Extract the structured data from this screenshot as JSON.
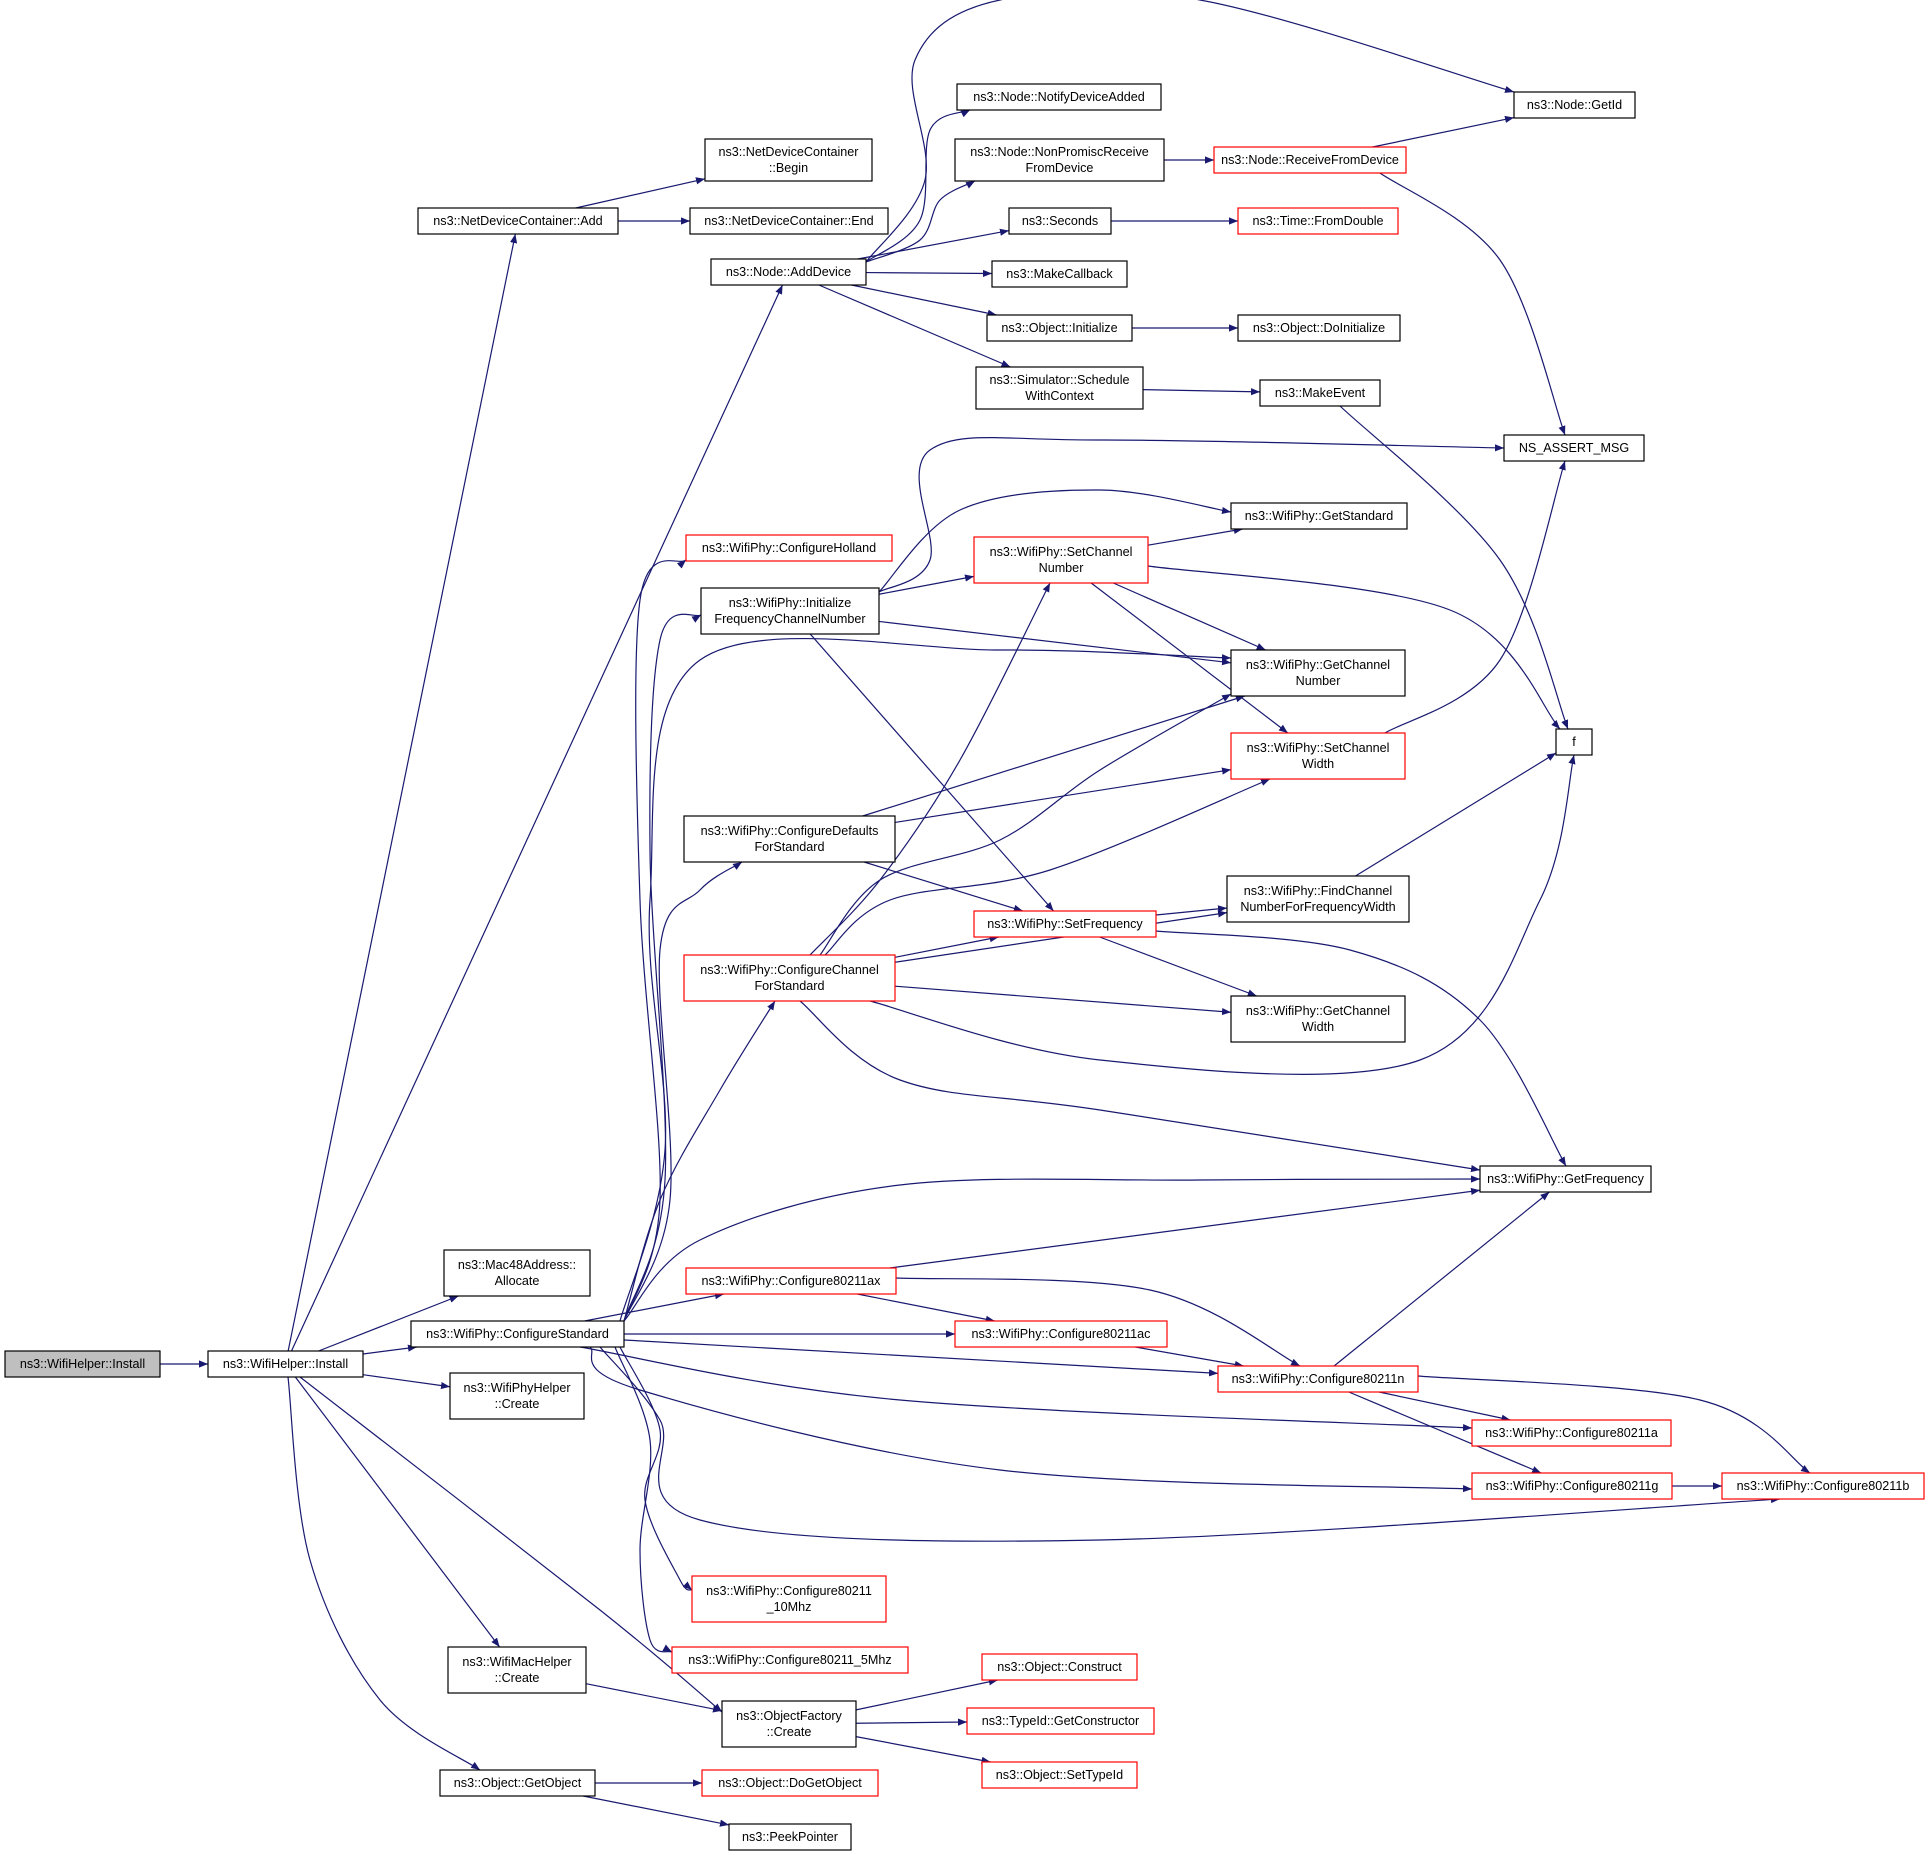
{
  "colors": {
    "edge": "#191970",
    "node_border_default": "#000000",
    "node_border_truncated": "#ff0000",
    "node_fill_root": "#bfbfbf",
    "node_fill": "#ffffff"
  },
  "nodes": {
    "wifihelper_install_root": {
      "lines": [
        "ns3::WifiHelper::Install"
      ],
      "kind": "root"
    },
    "wifihelper_install": {
      "lines": [
        "ns3::WifiHelper::Install"
      ],
      "kind": "normal"
    },
    "netdevicecontainer_add": {
      "lines": [
        "ns3::NetDeviceContainer::Add"
      ],
      "kind": "normal"
    },
    "netdevicecontainer_begin": {
      "lines": [
        "ns3::NetDeviceContainer",
        "::Begin"
      ],
      "kind": "normal"
    },
    "netdevicecontainer_end": {
      "lines": [
        "ns3::NetDeviceContainer::End"
      ],
      "kind": "normal"
    },
    "node_adddevice": {
      "lines": [
        "ns3::Node::AddDevice"
      ],
      "kind": "normal"
    },
    "node_notifydeviceadded": {
      "lines": [
        "ns3::Node::NotifyDeviceAdded"
      ],
      "kind": "normal"
    },
    "node_nonpromiscreceive": {
      "lines": [
        "ns3::Node::NonPromiscReceive",
        "FromDevice"
      ],
      "kind": "normal"
    },
    "node_receivefromdevice": {
      "lines": [
        "ns3::Node::ReceiveFromDevice"
      ],
      "kind": "truncated"
    },
    "node_getid": {
      "lines": [
        "ns3::Node::GetId"
      ],
      "kind": "normal"
    },
    "seconds": {
      "lines": [
        "ns3::Seconds"
      ],
      "kind": "normal"
    },
    "time_fromdouble": {
      "lines": [
        "ns3::Time::FromDouble"
      ],
      "kind": "truncated"
    },
    "makecallback": {
      "lines": [
        "ns3::MakeCallback"
      ],
      "kind": "normal"
    },
    "object_initialize": {
      "lines": [
        "ns3::Object::Initialize"
      ],
      "kind": "normal"
    },
    "object_doinitialize": {
      "lines": [
        "ns3::Object::DoInitialize"
      ],
      "kind": "normal"
    },
    "simulator_schedulewithcontext": {
      "lines": [
        "ns3::Simulator::Schedule",
        "WithContext"
      ],
      "kind": "normal"
    },
    "makeevent": {
      "lines": [
        "ns3::MakeEvent"
      ],
      "kind": "normal"
    },
    "ns_assert_msg": {
      "lines": [
        "NS_ASSERT_MSG"
      ],
      "kind": "normal"
    },
    "wifiphy_configureholland": {
      "lines": [
        "ns3::WifiPhy::ConfigureHolland"
      ],
      "kind": "truncated"
    },
    "wifiphy_initializefreq": {
      "lines": [
        "ns3::WifiPhy::Initialize",
        "FrequencyChannelNumber"
      ],
      "kind": "normal"
    },
    "wifiphy_getstandard": {
      "lines": [
        "ns3::WifiPhy::GetStandard"
      ],
      "kind": "normal"
    },
    "wifiphy_setchannelnumber": {
      "lines": [
        "ns3::WifiPhy::SetChannel",
        "Number"
      ],
      "kind": "truncated"
    },
    "wifiphy_getchannelnumber": {
      "lines": [
        "ns3::WifiPhy::GetChannel",
        "Number"
      ],
      "kind": "normal"
    },
    "f": {
      "lines": [
        "f"
      ],
      "kind": "normal"
    },
    "wifiphy_setchannelwidth": {
      "lines": [
        "ns3::WifiPhy::SetChannel",
        "Width"
      ],
      "kind": "truncated"
    },
    "wifiphy_configuredefaults": {
      "lines": [
        "ns3::WifiPhy::ConfigureDefaults",
        "ForStandard"
      ],
      "kind": "normal"
    },
    "wifiphy_findchannelnumber": {
      "lines": [
        "ns3::WifiPhy::FindChannel",
        "NumberForFrequencyWidth"
      ],
      "kind": "normal"
    },
    "wifiphy_setfrequency": {
      "lines": [
        "ns3::WifiPhy::SetFrequency"
      ],
      "kind": "truncated"
    },
    "wifiphy_configurechannel": {
      "lines": [
        "ns3::WifiPhy::ConfigureChannel",
        "ForStandard"
      ],
      "kind": "truncated"
    },
    "wifiphy_getchannelwidth": {
      "lines": [
        "ns3::WifiPhy::GetChannel",
        "Width"
      ],
      "kind": "normal"
    },
    "wifiphy_getfrequency": {
      "lines": [
        "ns3::WifiPhy::GetFrequency"
      ],
      "kind": "normal"
    },
    "mac48address_allocate": {
      "lines": [
        "ns3::Mac48Address::",
        "Allocate"
      ],
      "kind": "normal"
    },
    "wifiphy_configurestandard": {
      "lines": [
        "ns3::WifiPhy::ConfigureStandard"
      ],
      "kind": "normal"
    },
    "wifiphy_configure80211ax": {
      "lines": [
        "ns3::WifiPhy::Configure80211ax"
      ],
      "kind": "truncated"
    },
    "wifiphy_configure80211ac": {
      "lines": [
        "ns3::WifiPhy::Configure80211ac"
      ],
      "kind": "truncated"
    },
    "wifiphy_configure80211n": {
      "lines": [
        "ns3::WifiPhy::Configure80211n"
      ],
      "kind": "truncated"
    },
    "wifiphy_configure80211a": {
      "lines": [
        "ns3::WifiPhy::Configure80211a"
      ],
      "kind": "truncated"
    },
    "wifiphy_configure80211g": {
      "lines": [
        "ns3::WifiPhy::Configure80211g"
      ],
      "kind": "truncated"
    },
    "wifiphy_configure80211b": {
      "lines": [
        "ns3::WifiPhy::Configure80211b"
      ],
      "kind": "truncated"
    },
    "wifiphyhelper_create": {
      "lines": [
        "ns3::WifiPhyHelper",
        "::Create"
      ],
      "kind": "normal"
    },
    "wifiphy_configure80211_10mhz": {
      "lines": [
        "ns3::WifiPhy::Configure80211",
        "_10Mhz"
      ],
      "kind": "truncated"
    },
    "wifiphy_configure80211_5mhz": {
      "lines": [
        "ns3::WifiPhy::Configure80211_5Mhz"
      ],
      "kind": "truncated"
    },
    "wifimachelper_create": {
      "lines": [
        "ns3::WifiMacHelper",
        "::Create"
      ],
      "kind": "normal"
    },
    "objectfactory_create": {
      "lines": [
        "ns3::ObjectFactory",
        "::Create"
      ],
      "kind": "normal"
    },
    "object_construct": {
      "lines": [
        "ns3::Object::Construct"
      ],
      "kind": "truncated"
    },
    "typeid_getconstructor": {
      "lines": [
        "ns3::TypeId::GetConstructor"
      ],
      "kind": "truncated"
    },
    "object_settypeid": {
      "lines": [
        "ns3::Object::SetTypeId"
      ],
      "kind": "truncated"
    },
    "object_getobject": {
      "lines": [
        "ns3::Object::GetObject"
      ],
      "kind": "normal"
    },
    "object_dogetobject": {
      "lines": [
        "ns3::Object::DoGetObject"
      ],
      "kind": "truncated"
    },
    "peekpointer": {
      "lines": [
        "ns3::PeekPointer"
      ],
      "kind": "normal"
    }
  },
  "edges": [
    [
      "wifihelper_install_root",
      "wifihelper_install"
    ],
    [
      "wifihelper_install",
      "netdevicecontainer_add"
    ],
    [
      "wifihelper_install",
      "node_adddevice"
    ],
    [
      "wifihelper_install",
      "mac48address_allocate"
    ],
    [
      "wifihelper_install",
      "wifiphy_configurestandard"
    ],
    [
      "wifihelper_install",
      "wifiphyhelper_create"
    ],
    [
      "wifihelper_install",
      "wifimachelper_create"
    ],
    [
      "wifihelper_install",
      "objectfactory_create"
    ],
    [
      "wifihelper_install",
      "object_getobject"
    ],
    [
      "netdevicecontainer_add",
      "netdevicecontainer_begin"
    ],
    [
      "netdevicecontainer_add",
      "netdevicecontainer_end"
    ],
    [
      "node_adddevice",
      "node_notifydeviceadded"
    ],
    [
      "node_adddevice",
      "node_nonpromiscreceive"
    ],
    [
      "node_adddevice",
      "node_getid"
    ],
    [
      "node_adddevice",
      "seconds"
    ],
    [
      "node_adddevice",
      "makecallback"
    ],
    [
      "node_adddevice",
      "object_initialize"
    ],
    [
      "node_adddevice",
      "simulator_schedulewithcontext"
    ],
    [
      "node_nonpromiscreceive",
      "node_receivefromdevice"
    ],
    [
      "node_receivefromdevice",
      "node_getid"
    ],
    [
      "node_receivefromdevice",
      "ns_assert_msg"
    ],
    [
      "seconds",
      "time_fromdouble"
    ],
    [
      "object_initialize",
      "object_doinitialize"
    ],
    [
      "simulator_schedulewithcontext",
      "makeevent"
    ],
    [
      "makeevent",
      "f"
    ],
    [
      "wifiphy_configurestandard",
      "wifiphy_configureholland"
    ],
    [
      "wifiphy_configurestandard",
      "wifiphy_initializefreq"
    ],
    [
      "wifiphy_configurestandard",
      "wifiphy_getchannelnumber"
    ],
    [
      "wifiphy_configurestandard",
      "wifiphy_configuredefaults"
    ],
    [
      "wifiphy_configurestandard",
      "wifiphy_configurechannel"
    ],
    [
      "wifiphy_configurestandard",
      "wifiphy_getfrequency"
    ],
    [
      "wifiphy_configurestandard",
      "wifiphy_configure80211ax"
    ],
    [
      "wifiphy_configurestandard",
      "wifiphy_configure80211ac"
    ],
    [
      "wifiphy_configurestandard",
      "wifiphy_configure80211n"
    ],
    [
      "wifiphy_configurestandard",
      "wifiphy_configure80211a"
    ],
    [
      "wifiphy_configurestandard",
      "wifiphy_configure80211g"
    ],
    [
      "wifiphy_configurestandard",
      "wifiphy_configure80211b"
    ],
    [
      "wifiphy_configurestandard",
      "wifiphy_configure80211_10mhz"
    ],
    [
      "wifiphy_configurestandard",
      "wifiphy_configure80211_5mhz"
    ],
    [
      "wifiphy_initializefreq",
      "ns_assert_msg"
    ],
    [
      "wifiphy_initializefreq",
      "wifiphy_getstandard"
    ],
    [
      "wifiphy_initializefreq",
      "wifiphy_setchannelnumber"
    ],
    [
      "wifiphy_initializefreq",
      "wifiphy_getchannelnumber"
    ],
    [
      "wifiphy_initializefreq",
      "wifiphy_setfrequency"
    ],
    [
      "wifiphy_setchannelnumber",
      "wifiphy_getstandard"
    ],
    [
      "wifiphy_setchannelnumber",
      "wifiphy_getchannelnumber"
    ],
    [
      "wifiphy_setchannelnumber",
      "f"
    ],
    [
      "wifiphy_setchannelnumber",
      "wifiphy_setchannelwidth"
    ],
    [
      "wifiphy_setchannelwidth",
      "ns_assert_msg"
    ],
    [
      "wifiphy_configuredefaults",
      "wifiphy_getchannelnumber"
    ],
    [
      "wifiphy_configuredefaults",
      "wifiphy_setchannelwidth"
    ],
    [
      "wifiphy_configuredefaults",
      "wifiphy_setfrequency"
    ],
    [
      "wifiphy_findchannelnumber",
      "f"
    ],
    [
      "wifiphy_setfrequency",
      "wifiphy_findchannelnumber"
    ],
    [
      "wifiphy_setfrequency",
      "wifiphy_getchannelwidth"
    ],
    [
      "wifiphy_setfrequency",
      "wifiphy_getfrequency"
    ],
    [
      "wifiphy_configurechannel",
      "wifiphy_setchannelnumber"
    ],
    [
      "wifiphy_configurechannel",
      "wifiphy_getchannelnumber"
    ],
    [
      "wifiphy_configurechannel",
      "wifiphy_setchannelwidth"
    ],
    [
      "wifiphy_configurechannel",
      "wifiphy_setfrequency"
    ],
    [
      "wifiphy_configurechannel",
      "wifiphy_findchannelnumber"
    ],
    [
      "wifiphy_configurechannel",
      "wifiphy_getchannelwidth"
    ],
    [
      "wifiphy_configurechannel",
      "f"
    ],
    [
      "wifiphy_configurechannel",
      "wifiphy_getfrequency"
    ],
    [
      "wifiphy_configure80211ax",
      "wifiphy_getfrequency"
    ],
    [
      "wifiphy_configure80211ax",
      "wifiphy_configure80211ac"
    ],
    [
      "wifiphy_configure80211ax",
      "wifiphy_configure80211n"
    ],
    [
      "wifiphy_configure80211ac",
      "wifiphy_configure80211n"
    ],
    [
      "wifiphy_configure80211n",
      "wifiphy_getfrequency"
    ],
    [
      "wifiphy_configure80211n",
      "wifiphy_configure80211a"
    ],
    [
      "wifiphy_configure80211n",
      "wifiphy_configure80211g"
    ],
    [
      "wifiphy_configure80211n",
      "wifiphy_configure80211b"
    ],
    [
      "wifiphy_configure80211g",
      "wifiphy_configure80211b"
    ],
    [
      "wifimachelper_create",
      "objectfactory_create"
    ],
    [
      "objectfactory_create",
      "object_construct"
    ],
    [
      "objectfactory_create",
      "typeid_getconstructor"
    ],
    [
      "objectfactory_create",
      "object_settypeid"
    ],
    [
      "object_getobject",
      "object_dogetobject"
    ],
    [
      "object_getobject",
      "peekpointer"
    ]
  ]
}
